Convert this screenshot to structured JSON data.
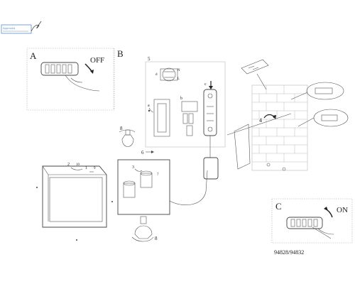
{
  "stamp": {
    "line1": "Approved",
    "line2": "stamp-line-2",
    "color": "#5b8fc7"
  },
  "panels": {
    "a": {
      "letter": "A",
      "action": "OFF"
    },
    "b": {
      "letter": "B"
    },
    "c": {
      "letter": "C",
      "action": "ON"
    }
  },
  "callouts": {
    "five": "5",
    "a": "a",
    "b": "b",
    "c": "c",
    "d": "d",
    "n": "N",
    "l": "L",
    "four": "4",
    "six": "6",
    "seven": "7",
    "eight_top": "8",
    "eight_bottom": "8",
    "three": "3",
    "two": "2",
    "ten": "10",
    "one": "1",
    "nine": "9"
  },
  "model_numbers": "94828/94832",
  "colors": {
    "line": "#444444",
    "faint": "#aaaaaa"
  }
}
